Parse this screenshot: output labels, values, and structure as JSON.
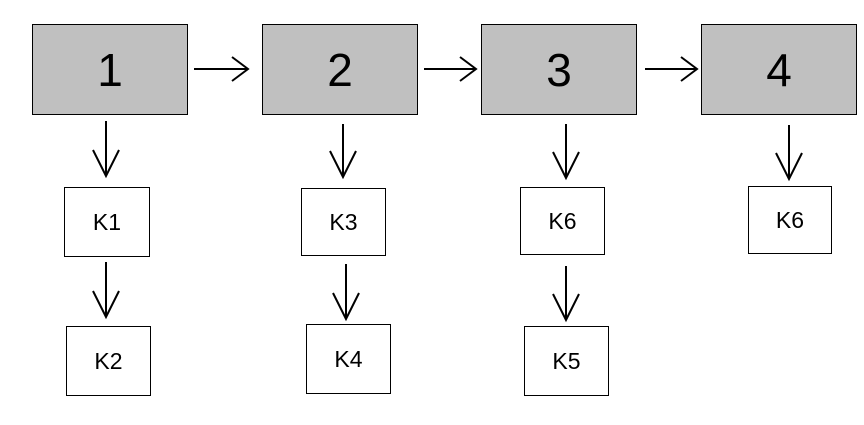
{
  "stages": [
    "1",
    "2",
    "3",
    "4"
  ],
  "sub_boxes": {
    "k1": "K1",
    "k2": "K2",
    "k3": "K3",
    "k4": "K4",
    "k6a": "K6",
    "k5": "K5",
    "k6b": "K6"
  },
  "colors": {
    "stage_fill": "#c0c0c0",
    "sub_fill": "#ffffff",
    "stroke": "#000000"
  }
}
